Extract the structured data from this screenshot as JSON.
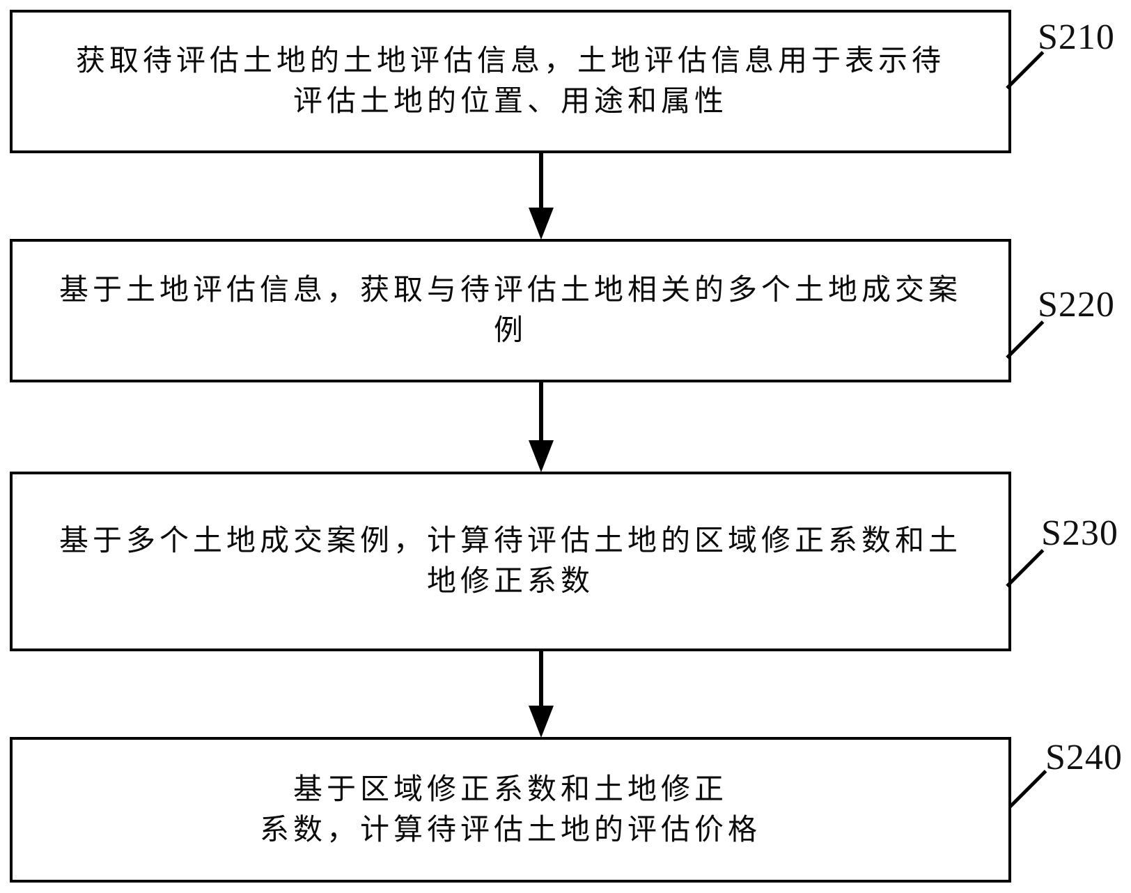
{
  "diagram": {
    "type": "flowchart",
    "colors": {
      "background": "#ffffff",
      "line": "#000000",
      "text": "#0b0b0b"
    },
    "steps": [
      {
        "label": "S210",
        "lines": [
          "获取待评估土地的土地评估信息，土地评估信息用于表示待",
          "评估土地的位置、用途和属性"
        ]
      },
      {
        "label": "S220",
        "lines": [
          "基于土地评估信息，获取与待评估土地相关的多个土地成交案",
          "例"
        ]
      },
      {
        "label": "S230",
        "lines": [
          "基于多个土地成交案例，计算待评估土地的区域修正系数和土",
          "地修正系数"
        ]
      },
      {
        "label": "S240",
        "lines": [
          "基于区域修正系数和土地修正",
          "系数，计算待评估土地的评估价格"
        ]
      }
    ],
    "connectors": [
      {
        "type": "arrow-down",
        "from": "S210",
        "to": "S220"
      },
      {
        "type": "arrow-down",
        "from": "S220",
        "to": "S230"
      },
      {
        "type": "arrow-down",
        "from": "S230",
        "to": "S240"
      }
    ]
  }
}
